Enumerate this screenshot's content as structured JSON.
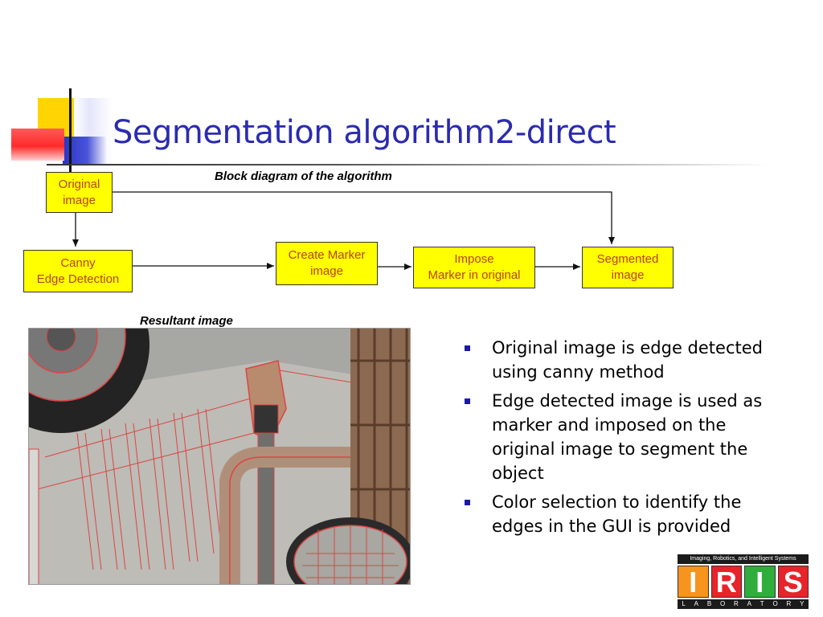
{
  "slide": {
    "title": "Segmentation algorithm2-direct",
    "diagram_caption": "Block diagram of the algorithm",
    "image_caption": "Resultant image"
  },
  "diagram": {
    "nodes": [
      {
        "id": "original",
        "lines": [
          "Original",
          "image"
        ]
      },
      {
        "id": "canny",
        "lines": [
          "Canny",
          "Edge Detection"
        ]
      },
      {
        "id": "marker",
        "lines": [
          "Create Marker",
          "image"
        ]
      },
      {
        "id": "impose",
        "lines": [
          "Impose",
          "Marker in original"
        ]
      },
      {
        "id": "segmented",
        "lines": [
          "Segmented",
          "image"
        ]
      }
    ],
    "edges": [
      {
        "from": "original",
        "to": "canny"
      },
      {
        "from": "canny",
        "to": "marker"
      },
      {
        "from": "marker",
        "to": "impose"
      },
      {
        "from": "impose",
        "to": "segmented"
      },
      {
        "from": "original",
        "to": "segmented"
      }
    ]
  },
  "bullets": [
    "Original image is edge detected using canny method",
    "Edge detected image is used as marker and imposed on the original image to segment the object",
    "Color selection to identify the edges in the GUI is provided"
  ],
  "logo": {
    "top_text": "Imaging, Robotics, and Intelligent Systems",
    "letters": [
      "I",
      "R",
      "I",
      "S"
    ],
    "bottom_text": "LABORATORY",
    "colors": [
      "#f7941d",
      "#e8232a",
      "#2fae3b",
      "#e8232a"
    ]
  },
  "colors": {
    "title": "#2b2bb0",
    "box_fill": "#ffff00",
    "box_text": "#b8420f",
    "bullet": "#1a1aa8"
  }
}
